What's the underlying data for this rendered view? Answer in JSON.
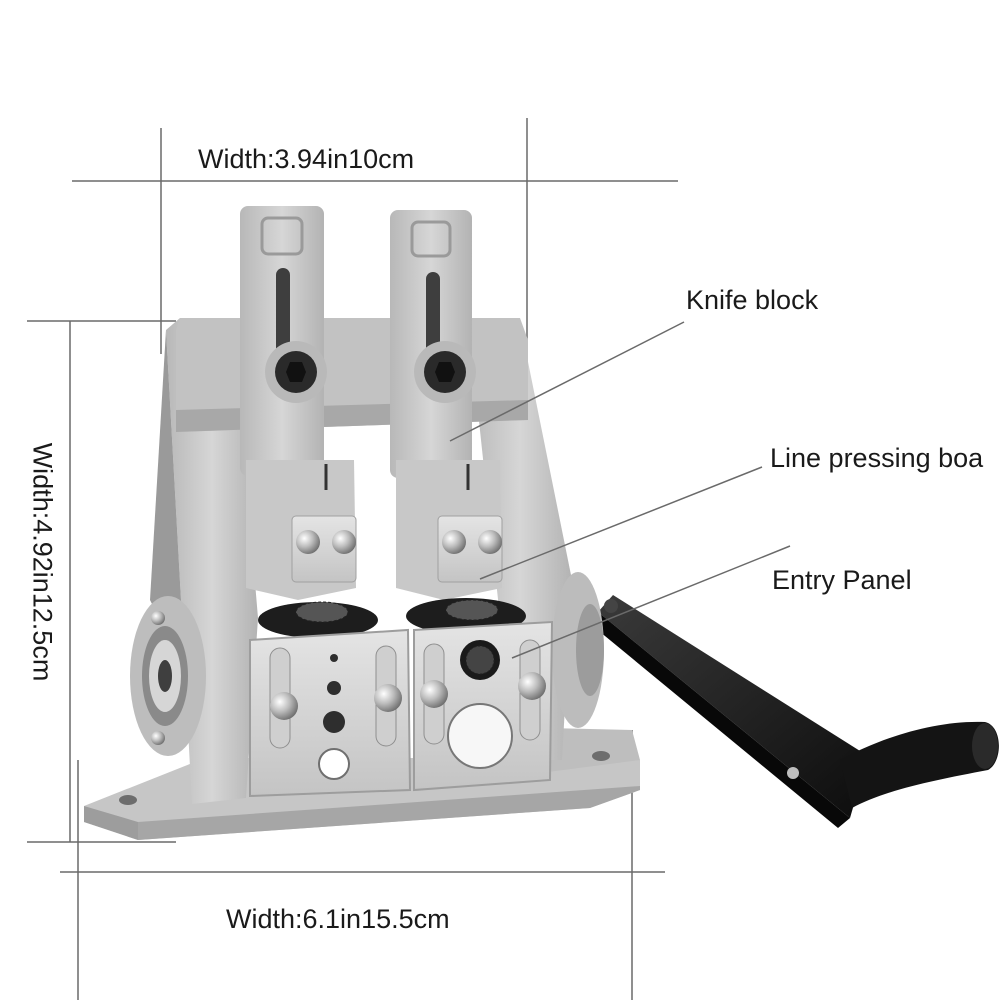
{
  "dimensions": {
    "top_width": "Width:3.94in10cm",
    "height": "Width:4.92in12.5cm",
    "bottom_width": "Width:6.1in15.5cm"
  },
  "callouts": {
    "knife_block": "Knife block",
    "line_pressing_board": "Line pressing boa",
    "entry_panel": "Entry Panel"
  },
  "colors": {
    "aluminum": "#c9c9c9",
    "aluminum_shadow": "#a9a9a9",
    "steel": "#d9d9d9",
    "handle_black": "#1b1b1b",
    "leader_line": "#6a6a6a"
  }
}
